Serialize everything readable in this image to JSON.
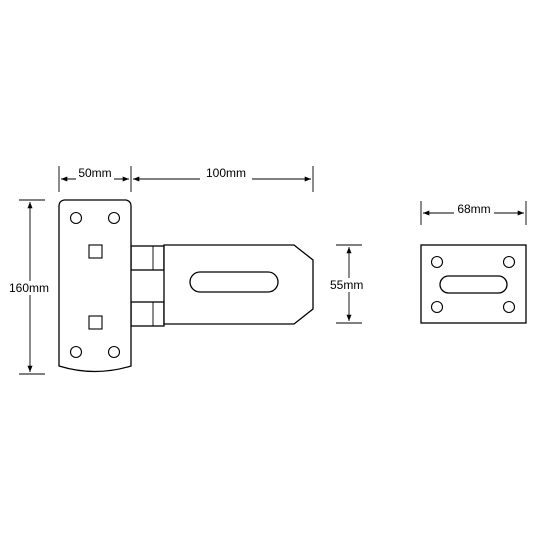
{
  "dimensions": {
    "plate_width": "50mm",
    "hasp_length": "100mm",
    "overall_height": "160mm",
    "hasp_height": "55mm",
    "staple_width": "68mm"
  },
  "colors": {
    "line": "#000000",
    "background": "#ffffff"
  }
}
